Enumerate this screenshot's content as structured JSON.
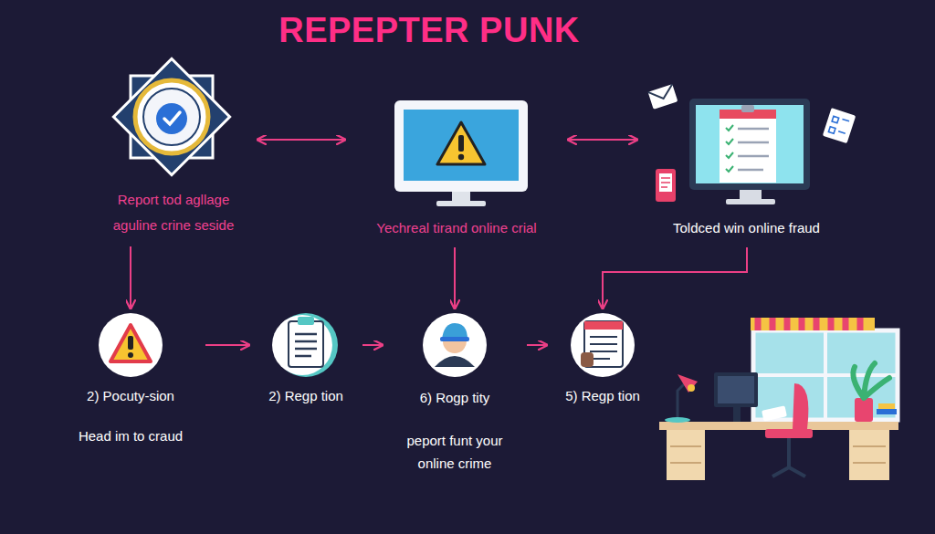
{
  "diagram": {
    "title": "REPEPTER PUNK",
    "nodes": [
      {
        "text": [
          "Report tod agllage aguline crine seside"
        ]
      },
      {
        "text": [
          "Yechreal tirand online crial"
        ]
      },
      {
        "text": [
          "Toldced win online fraud"
        ]
      },
      {
        "text": [
          "2) Pocuty-sion",
          "Head im to craud"
        ]
      },
      {
        "text": [
          "2) Regp tion"
        ]
      },
      {
        "text": [
          "6) Rogp tity",
          "peport funt your online crime"
        ]
      },
      {
        "text": [
          "5) Regp tion"
        ]
      }
    ],
    "edges": [
      {
        "from": 0,
        "to": 1,
        "arrow": "both"
      },
      {
        "from": 1,
        "to": 2,
        "arrow": "both"
      },
      {
        "from": 0,
        "to": 3,
        "arrow": "to"
      },
      {
        "from": 1,
        "to": 5,
        "arrow": "to"
      },
      {
        "from": 2,
        "to": 6,
        "arrow": "to"
      },
      {
        "from": 3,
        "to": 4,
        "arrow": "to"
      },
      {
        "from": 4,
        "to": 5,
        "arrow": "to"
      },
      {
        "from": 5,
        "to": 6,
        "arrow": "to"
      }
    ]
  }
}
